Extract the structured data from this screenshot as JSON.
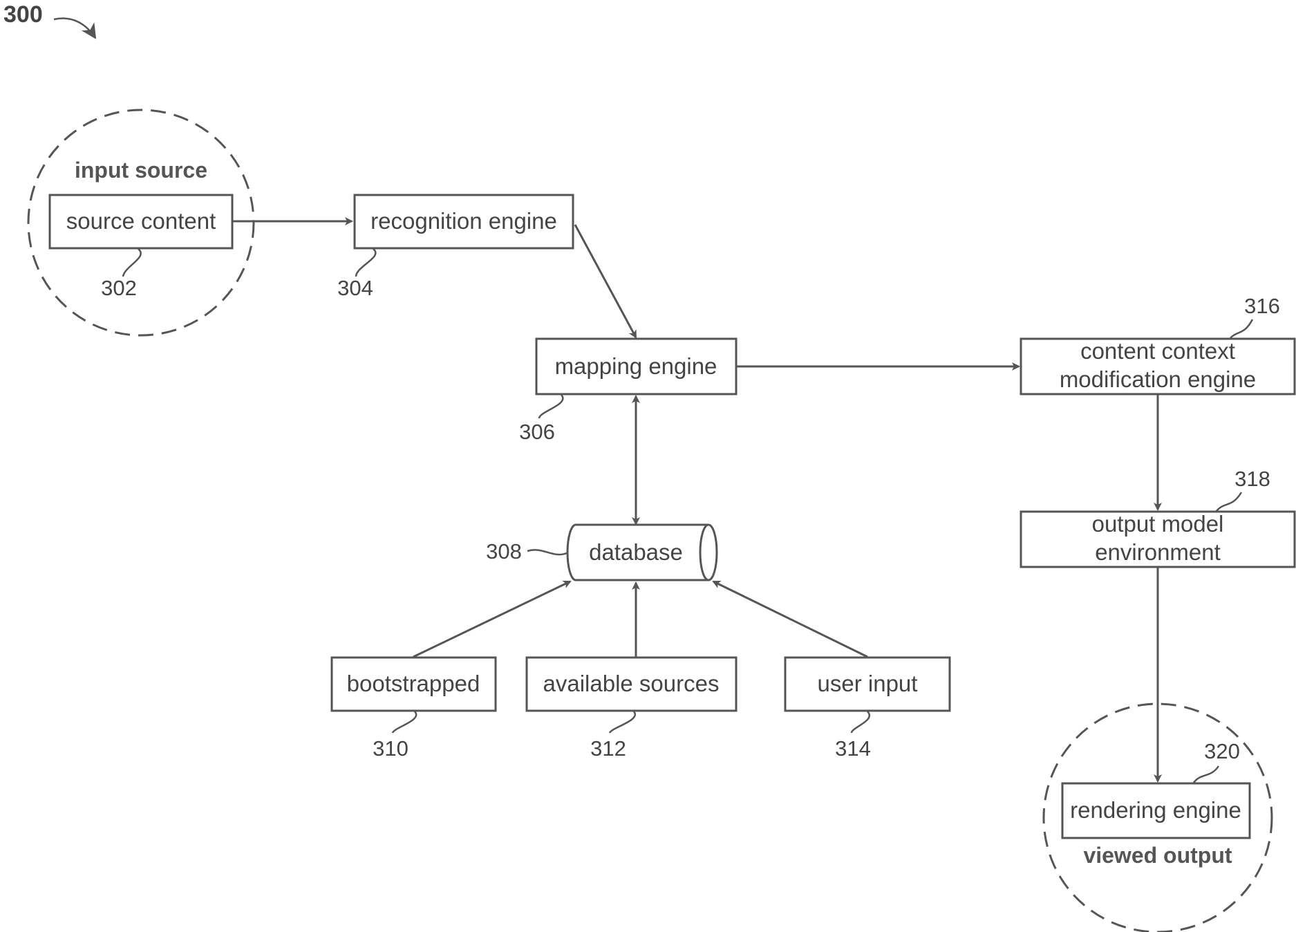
{
  "figure": {
    "number": "300"
  },
  "groups": {
    "input": {
      "label": "input source"
    },
    "output": {
      "label": "viewed output"
    }
  },
  "nodes": {
    "source_content": {
      "label": "source content",
      "ref": "302"
    },
    "recognition_engine": {
      "label": "recognition engine",
      "ref": "304"
    },
    "mapping_engine": {
      "label": "mapping engine",
      "ref": "306"
    },
    "database": {
      "label": "database",
      "ref": "308"
    },
    "bootstrapped": {
      "label": "bootstrapped",
      "ref": "310"
    },
    "available_sources": {
      "label": "available sources",
      "ref": "312"
    },
    "user_input": {
      "label": "user input",
      "ref": "314"
    },
    "content_context": {
      "line1": "content context",
      "line2": "modification engine",
      "ref": "316"
    },
    "output_model": {
      "line1": "output model",
      "line2": "environment",
      "ref": "318"
    },
    "rendering_engine": {
      "label": "rendering engine",
      "ref": "320"
    }
  },
  "edges": [
    {
      "from": "source content",
      "to": "recognition engine"
    },
    {
      "from": "recognition engine",
      "to": "mapping engine"
    },
    {
      "from": "mapping engine",
      "to": "content context modification engine"
    },
    {
      "from": "mapping engine",
      "to": "database",
      "bidirectional": true
    },
    {
      "from": "bootstrapped",
      "to": "database"
    },
    {
      "from": "available sources",
      "to": "database"
    },
    {
      "from": "user input",
      "to": "database"
    },
    {
      "from": "content context modification engine",
      "to": "output model environment"
    },
    {
      "from": "output model environment",
      "to": "rendering engine"
    }
  ]
}
